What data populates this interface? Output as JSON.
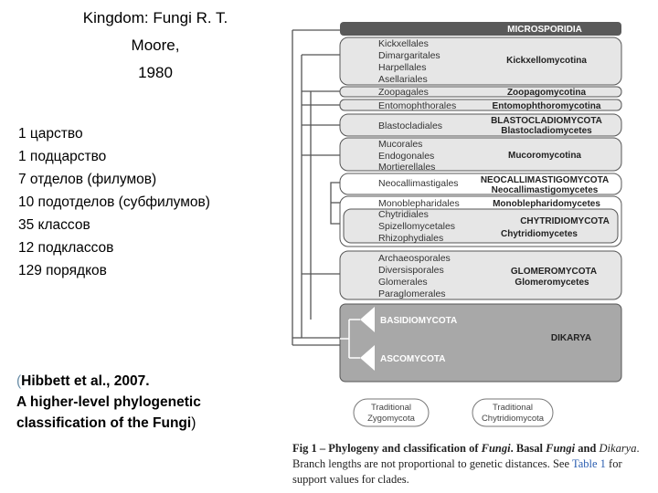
{
  "title_lines": [
    "Kingdom: Fungi R. T.",
    "Moore,",
    "1980"
  ],
  "stats_lines": [
    "1 царство",
    "1 подцарство",
    "7 отделов (филумов)",
    "10 подотделов (субфилумов)",
    "35 классов",
    "12 подклассов",
    "129 порядков"
  ],
  "citation": {
    "open_paren": "(",
    "line1": "Hibbett et al., 2007.",
    "line2": "A higher-level phylogenetic",
    "line3_text": "classification of the Fungi",
    "close_paren": ")"
  },
  "tree": {
    "microsporidia": "MICROSPORIDIA",
    "kickxello": {
      "orders": [
        "Kickxellales",
        "Dimargaritales",
        "Harpellales",
        "Asellariales"
      ],
      "clade": "Kickxellomycotina"
    },
    "zoopago": {
      "order": "Zoopagales",
      "clade": "Zoopagomycotina"
    },
    "entomoph": {
      "order": "Entomophthorales",
      "clade": "Entomophthoromycotina"
    },
    "blasto": {
      "order": "Blastocladiales",
      "clade1": "BLASTOCLADIOMYCOTA",
      "clade2": "Blastocladiomycetes"
    },
    "mucoro": {
      "orders": [
        "Mucorales",
        "Endogonales",
        "Mortierellales"
      ],
      "clade": "Mucoromycotina"
    },
    "neocalli": {
      "order": "Neocallimastigales",
      "clade1": "NEOCALLIMASTIGOMYCOTA",
      "clade2": "Neocallimastigomycetes"
    },
    "monoblepha": {
      "order": "Monoblepharidales",
      "clade": "Monoblepharidomycetes"
    },
    "chytrid": {
      "orders": [
        "Chytridiales",
        "Spizellomycetales",
        "Rhizophydiales"
      ],
      "clade1": "CHYTRIDIOMYCOTA",
      "clade2": "Chytridiomycetes"
    },
    "glomero": {
      "orders": [
        "Archaeosporales",
        "Diversisporales",
        "Glomerales",
        "Paraglomerales"
      ],
      "clade1": "GLOMEROMYCOTA",
      "clade2": "Glomeromycetes"
    },
    "dikarya": {
      "basidio": "BASIDIOMYCOTA",
      "asco": "ASCOMYCOTA",
      "label": "DIKARYA"
    },
    "legend": {
      "left": [
        "Traditional",
        "Zygomycota"
      ],
      "right": [
        "Traditional",
        "Chytridiomycota"
      ]
    }
  },
  "caption": {
    "part1": "Fig 1 – Phylogeny and classification of ",
    "fungi": "Fungi",
    "part2": ". Basal ",
    "fungi2": "Fungi",
    "part3": " and ",
    "dikarya": "Dikarya",
    "part4": ". Branch lengths are not proportional to genetic distances. See ",
    "table_link": "Table 1",
    "part5": " for support values for clades."
  },
  "colors": {
    "box_fill": "#e6e6e6",
    "dark_box": "#595959",
    "dikarya_fill": "#a8a8a8",
    "line": "#555555",
    "link": "#2a5db0"
  }
}
